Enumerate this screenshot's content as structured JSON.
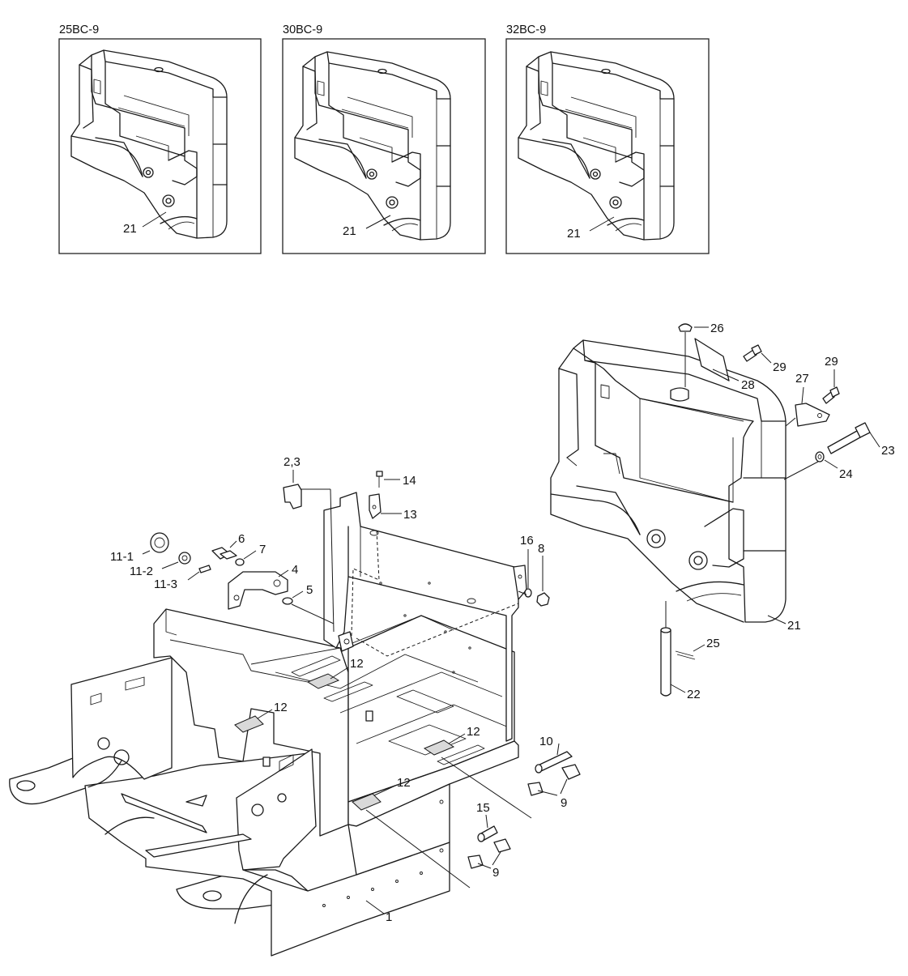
{
  "variants": [
    {
      "model": "25BC-9",
      "part": "21"
    },
    {
      "model": "30BC-9",
      "part": "21"
    },
    {
      "model": "32BC-9",
      "part": "21"
    }
  ],
  "callouts": {
    "c1": "1",
    "c2_3": "2,3",
    "c4": "4",
    "c5": "5",
    "c6": "6",
    "c7": "7",
    "c8": "8",
    "c9a": "9",
    "c9b": "9",
    "c10": "10",
    "c11_1": "11-1",
    "c11_2": "11-2",
    "c11_3": "11-3",
    "c12a": "12",
    "c12b": "12",
    "c12c": "12",
    "c12d": "12",
    "c13": "13",
    "c14": "14",
    "c15": "15",
    "c16": "16",
    "c21": "21",
    "c22": "22",
    "c23": "23",
    "c24": "24",
    "c25": "25",
    "c26": "26",
    "c27": "27",
    "c28": "28",
    "c29a": "29",
    "c29b": "29"
  }
}
